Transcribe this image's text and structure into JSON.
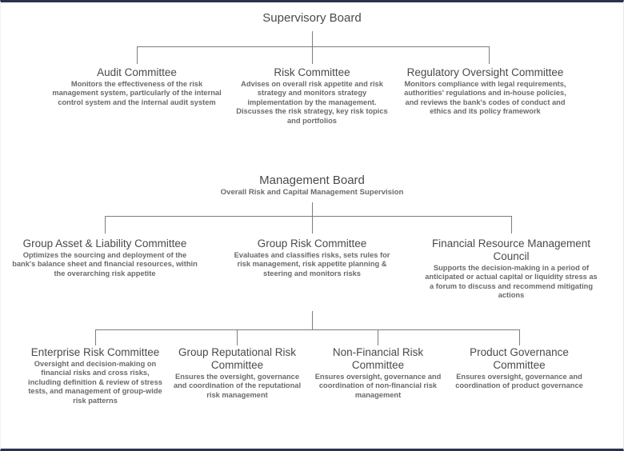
{
  "diagram": {
    "type": "organizational-chart",
    "title_hidden": "",
    "accent_border_color": "#2b3350",
    "line_color": "#7d7d7d",
    "text_color": "#4a4a4a",
    "desc_color": "#6a6a6a"
  },
  "levels": [
    {
      "id": "supervisory-board-level",
      "root": {
        "name": "Supervisory Board",
        "subtitle": ""
      },
      "children": [
        {
          "name": "Audit Committee",
          "description": "Monitors the effectiveness of the risk management system, particularly of the internal control system and the internal audit system"
        },
        {
          "name": "Risk Committee",
          "description": "Advises on overall risk appetite and risk strategy and monitors strategy implementation by the management. Discusses the risk strategy, key risk topics and portfolios"
        },
        {
          "name": "Regulatory Oversight Committee",
          "description": "Monitors compliance with legal requirements, authorities' regulations and in-house policies, and reviews the bank's codes of conduct and ethics and its policy framework"
        }
      ]
    },
    {
      "id": "management-board-level",
      "root": {
        "name": "Management Board",
        "subtitle": "Overall Risk and Capital Management Supervision"
      },
      "children": [
        {
          "name": "Group Asset & Liability Committee",
          "description": "Optimizes the sourcing and deployment of the bank's balance sheet and financial resources, within the overarching risk appetite"
        },
        {
          "name": "Group Risk Committee",
          "description": "Evaluates and classifies risks, sets rules for risk management, risk appetite planning & steering and monitors risks"
        },
        {
          "name": "Financial Resource Management Council",
          "description": "Supports the decision-making in a period of anticipated or actual capital or liquidity stress as a forum to discuss and recommend mitigating actions"
        }
      ]
    },
    {
      "id": "group-risk-committee-level",
      "root": {
        "name": "Group Risk Committee",
        "subtitle": ""
      },
      "children": [
        {
          "name": "Enterprise Risk Committee",
          "description": "Oversight and decision-making on financial risks and cross risks, including definition & review of stress tests, and management of group-wide risk patterns"
        },
        {
          "name": "Group Reputational Risk Committee",
          "description": "Ensures the oversight, governance and coordination of the reputational risk management"
        },
        {
          "name": "Non-Financial Risk Committee",
          "description": "Ensures oversight, governance and coordination of non-financial risk management"
        },
        {
          "name": "Product Governance Committee",
          "description": "Ensures oversight, governance and coordination of product governance"
        }
      ]
    }
  ]
}
